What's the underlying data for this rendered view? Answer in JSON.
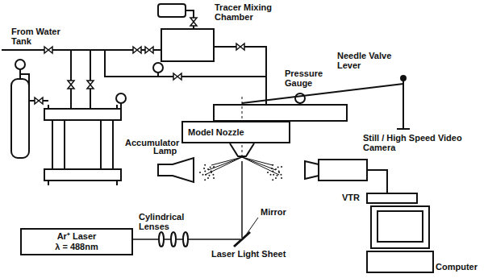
{
  "diagram": {
    "nodes": [
      {
        "text": [
          "Model Nozzle"
        ]
      },
      {
        "text": [
          "Ar⁺ Laser",
          "λ = 488nm"
        ]
      }
    ],
    "labels": [
      "From Water Tank",
      "Tracer Mixing Chamber",
      "Pressure Gauge",
      "Needle Valve Lever",
      "Still / High Speed Video Camera",
      "Accumulator",
      "Lamp",
      "VTR",
      "Computer",
      "Cylindrical Lenses",
      "Mirror",
      "Laser Light Sheet"
    ]
  }
}
